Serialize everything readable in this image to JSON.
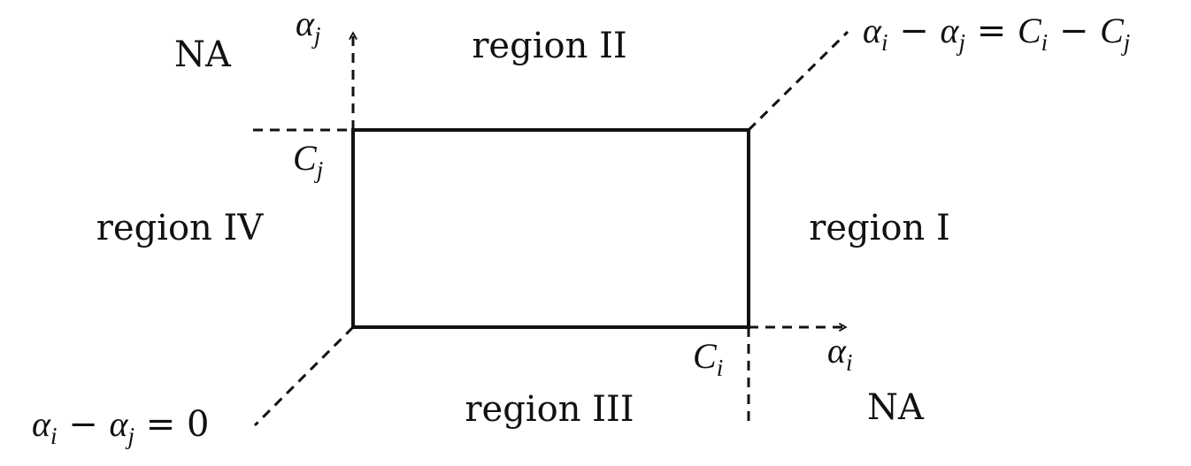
{
  "regions": {
    "na_top_left": "NA",
    "region_ii": "region II",
    "region_iv": "region IV",
    "region_i": "region I",
    "region_iii": "region III",
    "na_bottom_right": "NA"
  },
  "axes": {
    "vertical": {
      "symbol": "α",
      "subscript": "j"
    },
    "horizontal": {
      "symbol": "α",
      "subscript": "i"
    }
  },
  "bounds": {
    "c_j": {
      "symbol": "C",
      "subscript": "j"
    },
    "c_i": {
      "symbol": "C",
      "subscript": "i"
    }
  },
  "lines": {
    "upper_diagonal": {
      "t1": "α",
      "s1": "i",
      "op1": " − ",
      "t2": "α",
      "s2": "j",
      "eq": " = ",
      "t3": "C",
      "s3": "i",
      "op2": " − ",
      "t4": "C",
      "s4": "j"
    },
    "lower_diagonal": {
      "t1": "α",
      "s1": "i",
      "op1": " − ",
      "t2": "α",
      "s2": "j",
      "eq": " = ",
      "rhs": "0"
    }
  },
  "colors": {
    "ink": "#111111",
    "background": "#ffffff"
  }
}
